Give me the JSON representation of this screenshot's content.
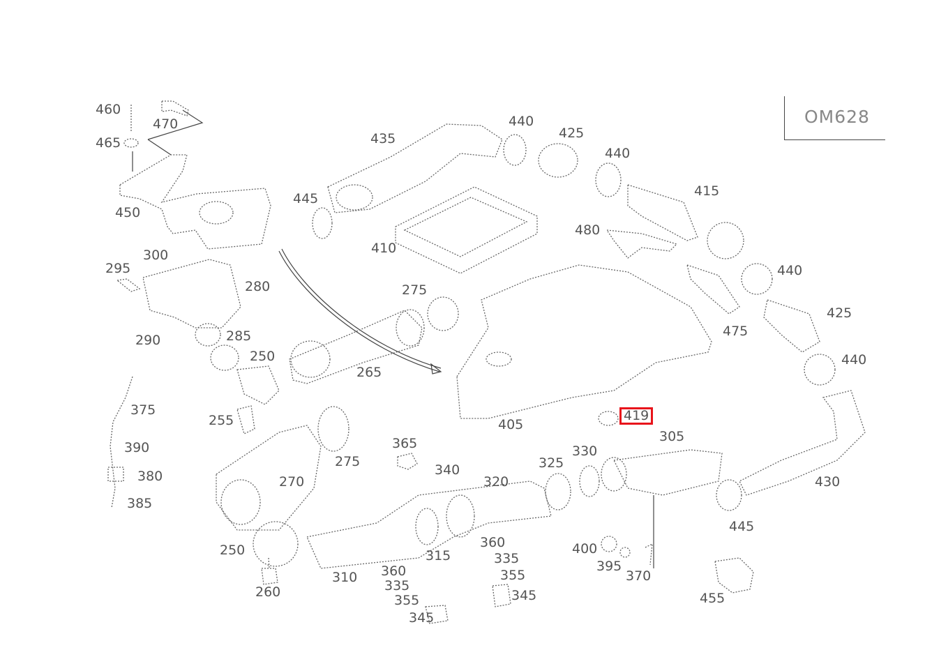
{
  "model_label": "OM628",
  "callouts": [
    {
      "id": "460",
      "text": "460"
    },
    {
      "id": "470",
      "text": "470"
    },
    {
      "id": "465",
      "text": "465"
    },
    {
      "id": "450",
      "text": "450"
    },
    {
      "id": "435",
      "text": "435"
    },
    {
      "id": "440a",
      "text": "440"
    },
    {
      "id": "425a",
      "text": "425"
    },
    {
      "id": "440b",
      "text": "440"
    },
    {
      "id": "415",
      "text": "415"
    },
    {
      "id": "445a",
      "text": "445"
    },
    {
      "id": "410",
      "text": "410"
    },
    {
      "id": "480",
      "text": "480"
    },
    {
      "id": "440c",
      "text": "440"
    },
    {
      "id": "295",
      "text": "295"
    },
    {
      "id": "300",
      "text": "300"
    },
    {
      "id": "280",
      "text": "280"
    },
    {
      "id": "275a",
      "text": "275"
    },
    {
      "id": "425b",
      "text": "425"
    },
    {
      "id": "475",
      "text": "475"
    },
    {
      "id": "290",
      "text": "290"
    },
    {
      "id": "285",
      "text": "285"
    },
    {
      "id": "250a",
      "text": "250"
    },
    {
      "id": "265",
      "text": "265"
    },
    {
      "id": "440d",
      "text": "440"
    },
    {
      "id": "375",
      "text": "375"
    },
    {
      "id": "255",
      "text": "255"
    },
    {
      "id": "405",
      "text": "405"
    },
    {
      "id": "419",
      "text": "419",
      "highlighted": true
    },
    {
      "id": "305",
      "text": "305"
    },
    {
      "id": "390",
      "text": "390"
    },
    {
      "id": "365",
      "text": "365"
    },
    {
      "id": "275b",
      "text": "275"
    },
    {
      "id": "340",
      "text": "340"
    },
    {
      "id": "330",
      "text": "330"
    },
    {
      "id": "325",
      "text": "325"
    },
    {
      "id": "380",
      "text": "380"
    },
    {
      "id": "270",
      "text": "270"
    },
    {
      "id": "320",
      "text": "320"
    },
    {
      "id": "430",
      "text": "430"
    },
    {
      "id": "385",
      "text": "385"
    },
    {
      "id": "445b",
      "text": "445"
    },
    {
      "id": "360a",
      "text": "360"
    },
    {
      "id": "250b",
      "text": "250"
    },
    {
      "id": "400",
      "text": "400"
    },
    {
      "id": "335a",
      "text": "335"
    },
    {
      "id": "315",
      "text": "315"
    },
    {
      "id": "395",
      "text": "395"
    },
    {
      "id": "355a",
      "text": "355"
    },
    {
      "id": "370",
      "text": "370"
    },
    {
      "id": "310",
      "text": "310"
    },
    {
      "id": "360b",
      "text": "360"
    },
    {
      "id": "260",
      "text": "260"
    },
    {
      "id": "335b",
      "text": "335"
    },
    {
      "id": "345a",
      "text": "345"
    },
    {
      "id": "455",
      "text": "455"
    },
    {
      "id": "355b",
      "text": "355"
    },
    {
      "id": "345b",
      "text": "345"
    }
  ],
  "highlight_color": "#e8141b"
}
